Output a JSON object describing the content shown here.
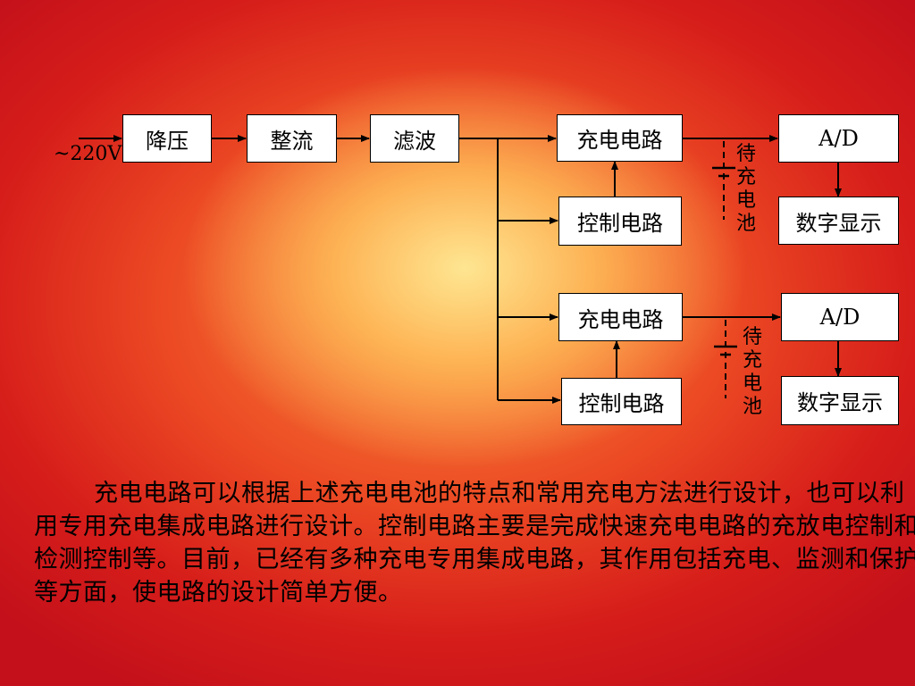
{
  "diagram": {
    "input_label": "~220V",
    "stages": {
      "step_down": "降压",
      "rectify": "整流",
      "filter": "滤波"
    },
    "branch1": {
      "charging_circuit": "充电电路",
      "control_circuit": "控制电路",
      "ad": "A/D",
      "digital_display": "数字显示",
      "battery_chars": [
        "待",
        "充",
        "电",
        "池"
      ]
    },
    "branch2": {
      "charging_circuit": "充电电路",
      "control_circuit": "控制电路",
      "ad": "A/D",
      "digital_display": "数字显示",
      "battery_chars": [
        "待",
        "充",
        "电",
        "池"
      ]
    }
  },
  "paragraph": "充电电路可以根据上述充电电池的特点和常用充电方法进行设计，也可以利用专用充电集成电路进行设计。控制电路主要是完成快速充电电路的充放电控制和检测控制等。目前，已经有多种充电专用集成电路，其作用包括充电、监测和保护等方面，使电路的设计简单方便。"
}
